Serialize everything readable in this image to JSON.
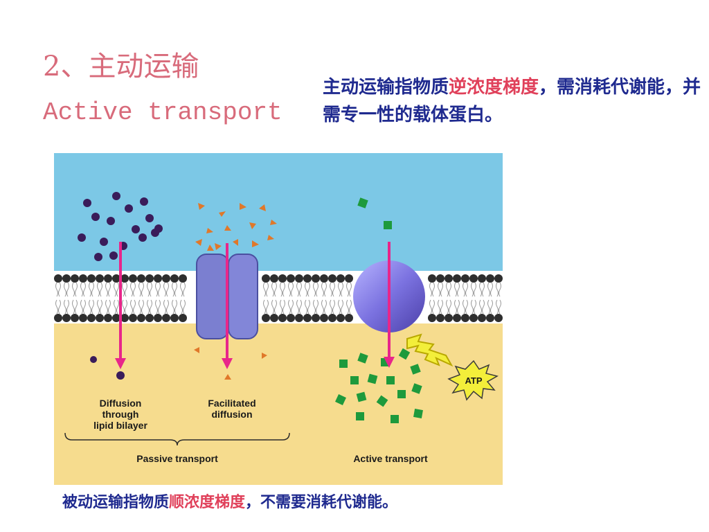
{
  "title": "2、主动运输",
  "subtitle": "Active transport",
  "description": {
    "part1": "主动运输指物质",
    "highlight": "逆浓度梯度",
    "part2": "，需消耗代谢能，并需专一性的载体蛋白。"
  },
  "diagram": {
    "label_diffusion": [
      "Diffusion",
      "through",
      "lipid bilayer"
    ],
    "label_facilitated": [
      "Facilitated",
      "diffusion"
    ],
    "label_passive": "Passive transport",
    "label_active": "Active transport",
    "label_atp": "ATP"
  },
  "caption": {
    "part1": "被动运输指物质",
    "highlight": "顺浓度梯度",
    "part2": "，不需要消耗代谢能。"
  },
  "colors": {
    "accent_title": "#d86b7b",
    "text_blue": "#1f2a8f",
    "highlight_red": "#e0405a",
    "outside": "#7cc8e6",
    "inside": "#f6dc8e",
    "arrow": "#e8268a"
  }
}
